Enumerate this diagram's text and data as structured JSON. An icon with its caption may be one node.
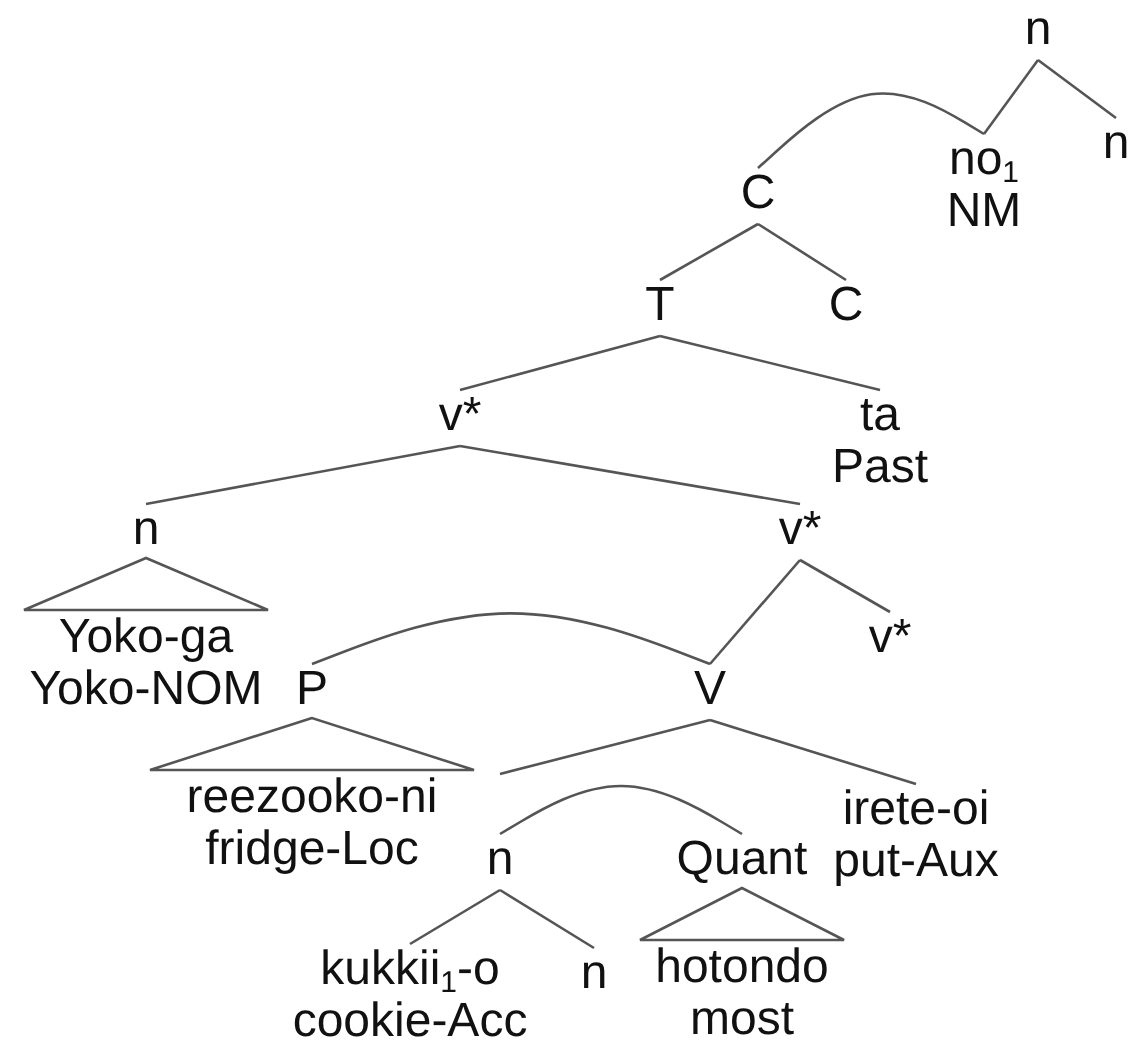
{
  "diagram": {
    "nodes": [
      {
        "text": [
          "n"
        ]
      },
      {
        "text": [
          "n"
        ]
      },
      {
        "text": [
          "C"
        ]
      },
      {
        "text": [
          "no$_{1}$ NM"
        ]
      },
      {
        "text": [
          "T"
        ]
      },
      {
        "text": [
          "C"
        ]
      },
      {
        "text": [
          "v*"
        ]
      },
      {
        "text": [
          "ta Past"
        ]
      },
      {
        "text": [
          "n",
          "Yoko-ga Yoko-NOM"
        ]
      },
      {
        "text": [
          "v*"
        ]
      },
      {
        "text": [
          "v*"
        ]
      },
      {
        "text": [
          "P",
          "reezooko-ni fridge-Loc"
        ]
      },
      {
        "text": [
          "V"
        ]
      },
      {
        "text": [
          "irete-oi put-Aux"
        ]
      },
      {
        "text": [
          "n"
        ]
      },
      {
        "text": [
          "Quant",
          "hotondo most"
        ]
      },
      {
        "text": [
          "kukkii$_{1}$-o cookie-Acc"
        ]
      },
      {
        "text": [
          "n"
        ]
      }
    ],
    "edges": [
      {
        "from": 0,
        "to": 3,
        "arrow": "none"
      },
      {
        "from": 0,
        "to": 1,
        "arrow": "none"
      },
      {
        "from": 2,
        "to": 3,
        "arrow": "none"
      },
      {
        "from": 2,
        "to": 4,
        "arrow": "none"
      },
      {
        "from": 2,
        "to": 5,
        "arrow": "none"
      },
      {
        "from": 4,
        "to": 6,
        "arrow": "none"
      },
      {
        "from": 4,
        "to": 7,
        "arrow": "none"
      },
      {
        "from": 6,
        "to": 8,
        "arrow": "none"
      },
      {
        "from": 6,
        "to": 9,
        "arrow": "none"
      },
      {
        "from": 9,
        "to": 12,
        "arrow": "none"
      },
      {
        "from": 9,
        "to": 10,
        "arrow": "none"
      },
      {
        "from": 11,
        "to": 12,
        "arrow": "none"
      },
      {
        "from": 12,
        "to": null,
        "arrow": "none"
      },
      {
        "from": 12,
        "to": 13,
        "arrow": "none"
      },
      {
        "from": 14,
        "to": 15,
        "arrow": "none"
      },
      {
        "from": 14,
        "to": 16,
        "arrow": "none"
      },
      {
        "from": 14,
        "to": 17,
        "arrow": "none"
      }
    ]
  }
}
